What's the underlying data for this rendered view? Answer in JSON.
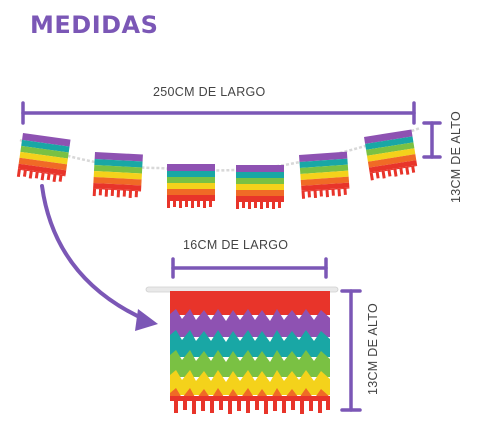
{
  "title": "MEDIDAS",
  "dimensions": {
    "total_length": "250CM DE LARGO",
    "total_height": "13CM DE ALTO",
    "flag_length": "16CM DE LARGO",
    "flag_height": "13CM DE ALTO"
  },
  "colors": {
    "accent": "#7b57b6",
    "stripes": [
      "#e8342a",
      "#f06a26",
      "#f4d21b",
      "#7ac143",
      "#19a7a5",
      "#8e52b2"
    ]
  },
  "icons": {
    "curved_arrow": "curved-arrow-icon"
  }
}
